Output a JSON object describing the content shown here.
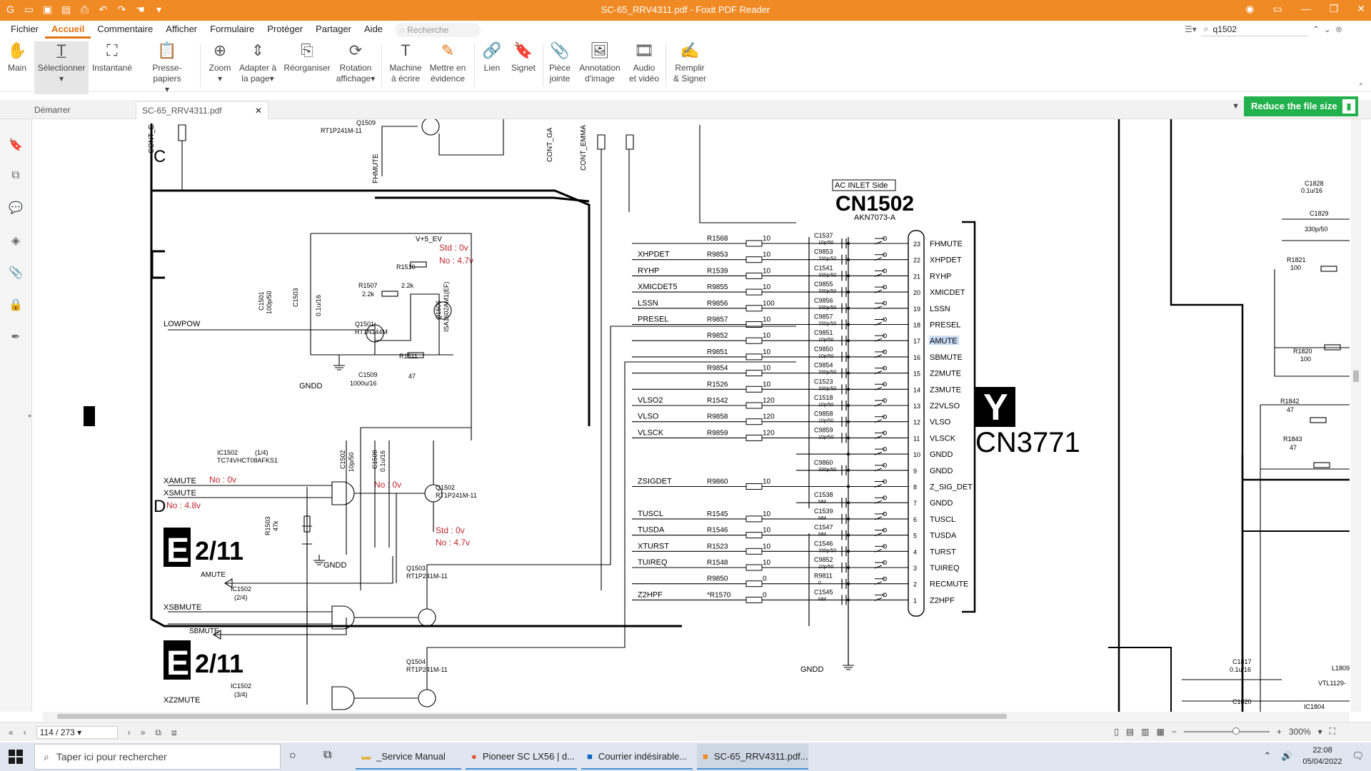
{
  "titlebar": {
    "title": "SC-65_RRV4311.pdf - Foxit PDF Reader"
  },
  "menu": {
    "items": [
      "Fichier",
      "Accueil",
      "Commentaire",
      "Afficher",
      "Formulaire",
      "Protéger",
      "Partager",
      "Aide"
    ],
    "search_placeholder": "Recherche"
  },
  "find": {
    "value": "q1502"
  },
  "ribbon": {
    "main": "Main",
    "select": "Sélectionner",
    "snapshot": "Instantané",
    "clipboard": "Presse-papiers",
    "zoom": "Zoom",
    "fit1": "Adapter à",
    "fit2": "la page",
    "reorg": "Réorganiser",
    "rot1": "Rotation",
    "rot2": "affichage",
    "type1": "Machine",
    "type2": "à écrire",
    "hl1": "Mettre en",
    "hl2": "évidence",
    "link": "Lien",
    "bookmark": "Signet",
    "att1": "Pièce",
    "att2": "jointe",
    "img1": "Annotation",
    "img2": "d'image",
    "av1": "Audio",
    "av2": "et vidéo",
    "fs1": "Remplir",
    "fs2": "& Signer"
  },
  "tabs": {
    "start": "Démarrer",
    "doc": "SC-65_RRV4311.pdf"
  },
  "promo": {
    "reduce": "Reduce the file size"
  },
  "status": {
    "page": "114 / 273",
    "zoom": "300%"
  },
  "taskbar": {
    "search": "Taper ici pour rechercher",
    "items": [
      "_Service Manual",
      "Pioneer SC LX56 | d...",
      "Courrier indésirable...",
      "SC-65_RRV4311.pdf..."
    ],
    "time": "22:08",
    "date": "05/04/2022"
  },
  "schematic": {
    "connector_name": "CN1502",
    "connector_part": "AKN7073-A",
    "ac_inlet": "AC INLET Side",
    "target_letter": "Y",
    "target_connector": "CN3771",
    "grid_c": "C",
    "grid_d": "D",
    "e_ref": "E",
    "e_page": "2/11",
    "pins": [
      {
        "n": "23",
        "name": "FHMUTE"
      },
      {
        "n": "22",
        "name": "XHPDET"
      },
      {
        "n": "21",
        "name": "RYHP"
      },
      {
        "n": "20",
        "name": "XMICDET"
      },
      {
        "n": "19",
        "name": "LSSN"
      },
      {
        "n": "18",
        "name": "PRESEL"
      },
      {
        "n": "17",
        "name": "AMUTE"
      },
      {
        "n": "16",
        "name": "SBMUTE"
      },
      {
        "n": "15",
        "name": "Z2MUTE"
      },
      {
        "n": "14",
        "name": "Z3MUTE"
      },
      {
        "n": "13",
        "name": "Z2VLSO"
      },
      {
        "n": "12",
        "name": "VLSO"
      },
      {
        "n": "11",
        "name": "VLSCK"
      },
      {
        "n": "10",
        "name": "GNDD"
      },
      {
        "n": "9",
        "name": "GNDD"
      },
      {
        "n": "8",
        "name": "Z_SIG_DET"
      },
      {
        "n": "7",
        "name": "GNDD"
      },
      {
        "n": "6",
        "name": "TUSCL"
      },
      {
        "n": "5",
        "name": "TUSDA"
      },
      {
        "n": "4",
        "name": "TURST"
      },
      {
        "n": "3",
        "name": "TUIREQ"
      },
      {
        "n": "2",
        "name": "RECMUTE"
      },
      {
        "n": "1",
        "name": "Z2HPF"
      }
    ],
    "resistors": [
      {
        "ref": "R1568",
        "val": "10"
      },
      {
        "ref": "R9853",
        "val": "10"
      },
      {
        "ref": "R1539",
        "val": "10"
      },
      {
        "ref": "R9855",
        "val": "10"
      },
      {
        "ref": "R9856",
        "val": "100"
      },
      {
        "ref": "R9857",
        "val": "10"
      },
      {
        "ref": "R9852",
        "val": "10"
      },
      {
        "ref": "R9851",
        "val": "10"
      },
      {
        "ref": "R9854",
        "val": "10"
      },
      {
        "ref": "R1526",
        "val": "10"
      },
      {
        "ref": "R1542",
        "val": "120"
      },
      {
        "ref": "R9858",
        "val": "120"
      },
      {
        "ref": "R9859",
        "val": "120"
      },
      {
        "ref": "",
        "val": ""
      },
      {
        "ref": "",
        "val": ""
      },
      {
        "ref": "R9860",
        "val": "10"
      },
      {
        "ref": "",
        "val": ""
      },
      {
        "ref": "R1545",
        "val": "10"
      },
      {
        "ref": "R1546",
        "val": "10"
      },
      {
        "ref": "R1523",
        "val": "10"
      },
      {
        "ref": "R1548",
        "val": "10"
      },
      {
        "ref": "R9850",
        "val": "0"
      },
      {
        "ref": "*R1570",
        "val": "0"
      }
    ],
    "caps": [
      {
        "ref": "C1537",
        "val": "10p/50"
      },
      {
        "ref": "C9853",
        "val": "330p/50"
      },
      {
        "ref": "C1541",
        "val": "330p/50"
      },
      {
        "ref": "C9855",
        "val": "330p/50"
      },
      {
        "ref": "C9856",
        "val": "330p/50"
      },
      {
        "ref": "C9857",
        "val": "330p/50"
      },
      {
        "ref": "C9851",
        "val": "10p/50"
      },
      {
        "ref": "C9850",
        "val": "10p/50"
      },
      {
        "ref": "C9854",
        "val": "330p/50"
      },
      {
        "ref": "C1523",
        "val": "330p/50"
      },
      {
        "ref": "C1518",
        "val": "10p/50"
      },
      {
        "ref": "C9858",
        "val": "10p/50"
      },
      {
        "ref": "C9859",
        "val": "10p/50"
      },
      {
        "ref": "",
        "val": ""
      },
      {
        "ref": "C9860",
        "val": "330p/50"
      },
      {
        "ref": "",
        "val": ""
      },
      {
        "ref": "C1538",
        "val": "NM"
      },
      {
        "ref": "C1539",
        "val": "NM"
      },
      {
        "ref": "C1547",
        "val": "NM"
      },
      {
        "ref": "C1546",
        "val": "330p/50"
      },
      {
        "ref": "C9852",
        "val": "10p/50"
      },
      {
        "ref": "R9811",
        "val": "0"
      },
      {
        "ref": "C1545",
        "val": "NM"
      }
    ],
    "net_labels": [
      {
        "t": "XHPDET"
      },
      {
        "t": "RYHP"
      },
      {
        "t": "XMICDET5"
      },
      {
        "t": "LSSN"
      },
      {
        "t": "PRESEL"
      },
      {
        "t": "VLSO2"
      },
      {
        "t": "VLSO"
      },
      {
        "t": "VLSCK"
      },
      {
        "t": "ZSIGDET"
      },
      {
        "t": "TUSCL"
      },
      {
        "t": "TUSDA"
      },
      {
        "t": "XTURST"
      },
      {
        "t": "TUIREQ"
      },
      {
        "t": "Z2HPF"
      }
    ],
    "left_labels": {
      "lowpow": "LOWPOW",
      "xamute": "XAMUTE",
      "xsmute": "XSMUTE",
      "amute": "AMUTE",
      "xsbmute": "XSBMUTE",
      "sbmute": "SBMUTE",
      "xz2mute": "XZ2MUTE",
      "fhmute": "FHMUTE",
      "cont_e": "CONT_E",
      "cont_ga": "CONT_GA",
      "cont_emma": "CONT_EMMA",
      "vplus": "V+5_EV",
      "gndd": "GNDD"
    },
    "red_notes": {
      "std0": "Std : 0v",
      "no47": "No : 4.7v",
      "no0": "No : 0v",
      "no48": "No : 4.8v",
      "no0b": "No : 0v",
      "std0b": "Std : 0v",
      "no47b": "No : 4.7v"
    },
    "parts": {
      "q1509": "Q1509",
      "q1509p": "RT1P241M-11",
      "q1501": "Q1501",
      "q1501p": "RT1N144M",
      "q1506p": "ISA1602AM1(EF)",
      "q1506": "Q1506",
      "r1510": "R1510",
      "r1510v": "2.2k",
      "r1507": "R1507",
      "r1507v": "2.2k",
      "c1501": "C1501",
      "c1501v": "100p/50",
      "c1503": "C1503",
      "c1503v": "0.1u/16",
      "r1511": "R1511",
      "r1511v": "47",
      "c1509": "C1509",
      "c1509v": "1000u/16",
      "ic1502": "IC1502",
      "ic1502q": "(1/4)",
      "ic1502p": "TC74VHCT08AFKS1",
      "c1502": "C1502",
      "c1502v": "10p/50",
      "c1508": "C1508",
      "c1508v": "0.1u/16",
      "q1502": "Q1502",
      "q1502p": "RT1P241M-11",
      "r1503": "R1503",
      "r1503v": "47k",
      "ic1502b": "IC1502",
      "ic1502bq": "(2/4)",
      "q1503": "Q1503",
      "q1503p": "RT1P241M-11",
      "q1504": "Q1504",
      "q1504p": "RT1P241M-11",
      "ic1502c": "IC1502",
      "ic1502cq": "(3/4)",
      "c1828": "C1828",
      "c1828v": "0.1u/16",
      "c1829": "C1829",
      "c1829v": "330p/50",
      "r1821": "R1821",
      "r1821v": "100",
      "r1820": "R1820",
      "r1820v": "100",
      "r1842": "R1842",
      "r1842v": "47",
      "r1843": "R1843",
      "r1843v": "47",
      "c1817": "C1817",
      "c1817v": "0.1u/16",
      "c1820": "C1820",
      "l1809": "L1809",
      "vtl": "VTL1129-",
      "ic1804": "IC1804"
    }
  }
}
